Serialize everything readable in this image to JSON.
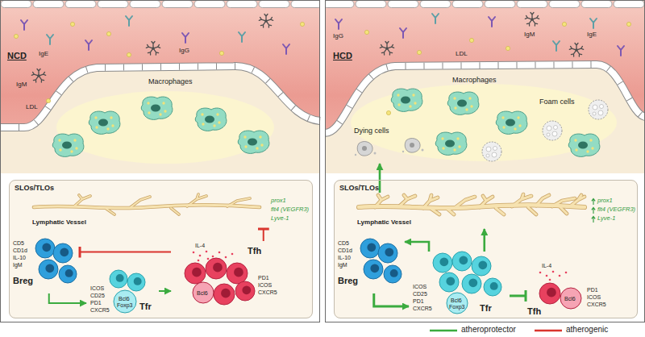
{
  "diagram": {
    "nodes": [
      {
        "text": [
          "NCD"
        ]
      },
      {
        "text": [
          "Macrophages"
        ],
        "in": 0
      },
      {
        "text": [
          "SLOs/TLOs"
        ],
        "in": 0
      },
      {
        "text": [
          "Lymphatic Vessel"
        ],
        "in": 2
      },
      {
        "text": [
          "CD5",
          "CD1d",
          "IL-10",
          "IgM",
          "Breg"
        ],
        "in": 2
      },
      {
        "text": [
          "ICOS",
          "CD25",
          "PD1",
          "CXCR5",
          "Bcl6",
          "Foxp3",
          "Tfr"
        ],
        "in": 2
      },
      {
        "text": [
          "IL-4",
          "Bcl6",
          "PD1",
          "ICOS",
          "CXCR5",
          "Tfh"
        ],
        "in": 2
      },
      {
        "text": [
          "HCD"
        ]
      },
      {
        "text": [
          "Macrophages",
          "Foam cells",
          "Dying cells"
        ],
        "in": 7
      },
      {
        "text": [
          "SLOs/TLOs"
        ],
        "in": 7
      },
      {
        "text": [
          "Lymphatic Vessel"
        ],
        "in": 9
      },
      {
        "text": [
          "CD5",
          "CD1d",
          "IL-10",
          "IgM",
          "Breg"
        ],
        "in": 9
      },
      {
        "text": [
          "ICOS",
          "CD25",
          "PD1",
          "CXCR5",
          "Bcl6",
          "Foxp3",
          "Tfr"
        ],
        "in": 9
      },
      {
        "text": [
          "IL-4",
          "Bcl6",
          "PD1",
          "ICOS",
          "CXCR5",
          "Tfh"
        ],
        "in": 9
      }
    ],
    "edges": [
      {
        "from": 4,
        "to": 5,
        "arrow": "to"
      },
      {
        "from": 5,
        "to": 6,
        "arrow": "to"
      },
      {
        "from": 6,
        "to": 4,
        "arrow": "to"
      },
      {
        "from": 6,
        "to": 3,
        "arrow": "to"
      },
      {
        "from": 10,
        "to": 8,
        "arrow": "to"
      },
      {
        "from": 11,
        "to": 12,
        "arrow": "to"
      },
      {
        "from": 12,
        "to": 11,
        "arrow": "to"
      },
      {
        "from": 12,
        "to": 10,
        "arrow": "to"
      },
      {
        "from": 12,
        "to": 13,
        "arrow": "to"
      }
    ],
    "labels": [
      "IgE",
      "IgM",
      "IgG",
      "LDL",
      "prox1",
      "flt4 (VEGFR3)",
      "Lyve-1",
      "IgG",
      "IgM",
      "LDL",
      "IgE",
      "prox1",
      "flt4 (VEGFR3)",
      "Lyve-1"
    ],
    "legend": [
      {
        "text": "atheroprotector"
      },
      {
        "text": "atherogenic"
      }
    ]
  }
}
